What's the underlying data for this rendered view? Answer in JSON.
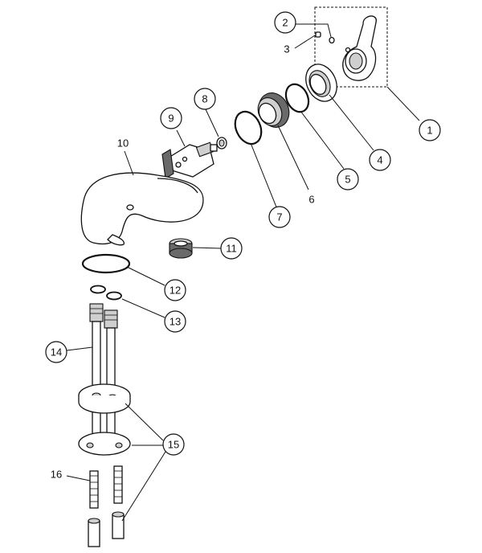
{
  "diagram": {
    "callouts": [
      {
        "id": "c1",
        "label": "1",
        "circled": true
      },
      {
        "id": "c2",
        "label": "2",
        "circled": true
      },
      {
        "id": "c3",
        "label": "3",
        "circled": false
      },
      {
        "id": "c4",
        "label": "4",
        "circled": true
      },
      {
        "id": "c5",
        "label": "5",
        "circled": true
      },
      {
        "id": "c6",
        "label": "6",
        "circled": false
      },
      {
        "id": "c7",
        "label": "7",
        "circled": true
      },
      {
        "id": "c8",
        "label": "8",
        "circled": true
      },
      {
        "id": "c9",
        "label": "9",
        "circled": true
      },
      {
        "id": "c10",
        "label": "10",
        "circled": false
      },
      {
        "id": "c11",
        "label": "11",
        "circled": true
      },
      {
        "id": "c12",
        "label": "12",
        "circled": true
      },
      {
        "id": "c13",
        "label": "13",
        "circled": true
      },
      {
        "id": "c14",
        "label": "14",
        "circled": true
      },
      {
        "id": "c15",
        "label": "15",
        "circled": true
      },
      {
        "id": "c16",
        "label": "16",
        "circled": false
      }
    ]
  }
}
